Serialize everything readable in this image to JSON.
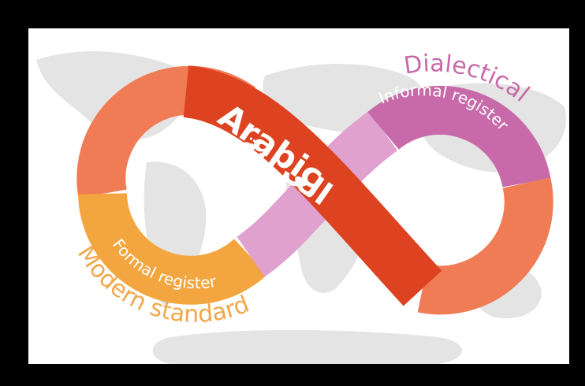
{
  "diagram": {
    "center_label_en": "Arabic",
    "center_label_ar": "العربية",
    "right_loop": {
      "outer_label": "Dialectical",
      "inner_label": "Informal register"
    },
    "left_loop": {
      "outer_label": "Modern standard",
      "inner_label": "Formal register"
    }
  },
  "colors": {
    "background_map": "#e4e4e4",
    "frame": "#000000",
    "band_red": "#dd4320",
    "band_orange": "#ef7c55",
    "band_yellow": "#f3a640",
    "band_pink": "#c86aaa",
    "band_light_pink": "#e0a1cf"
  }
}
